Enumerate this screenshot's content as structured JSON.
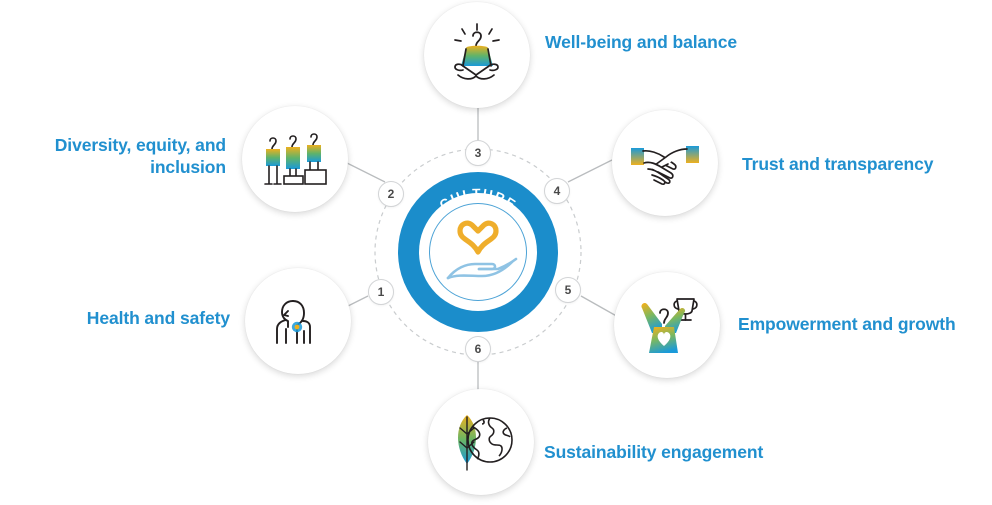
{
  "hub": {
    "label": "CULTURE",
    "icon": "hand-holding-heart-icon",
    "ring_color": "#1b8dcb",
    "heart_color": "#efae2c",
    "hand_color": "#8fc3e4"
  },
  "theme": {
    "label_color": "#2190cf",
    "badge_text_color": "#4a4a4a",
    "badge_border_color": "#d2d4d6",
    "connector_color": "#b9bcbe",
    "dashed_ring_color": "#c9ccce",
    "gradient_top": "#edb01f",
    "gradient_mid": "#5fb36a",
    "gradient_bottom": "#1a9ad9"
  },
  "nodes": [
    {
      "number": "1",
      "label": "Health and safety",
      "icon": "person-wellness-icon",
      "position": "left-lower"
    },
    {
      "number": "2",
      "label": "Diversity, equity, and\ninclusion",
      "icon": "three-people-equity-boxes-icon",
      "position": "left-upper"
    },
    {
      "number": "3",
      "label": "Well-being and balance",
      "icon": "meditating-person-icon",
      "position": "top"
    },
    {
      "number": "4",
      "label": "Trust and transparency",
      "icon": "handshake-icon",
      "position": "right-upper"
    },
    {
      "number": "5",
      "label": "Empowerment and growth",
      "icon": "person-arms-raised-trophy-icon",
      "position": "right-lower"
    },
    {
      "number": "6",
      "label": "Sustainability engagement",
      "icon": "leaf-globe-icon",
      "position": "bottom"
    }
  ]
}
